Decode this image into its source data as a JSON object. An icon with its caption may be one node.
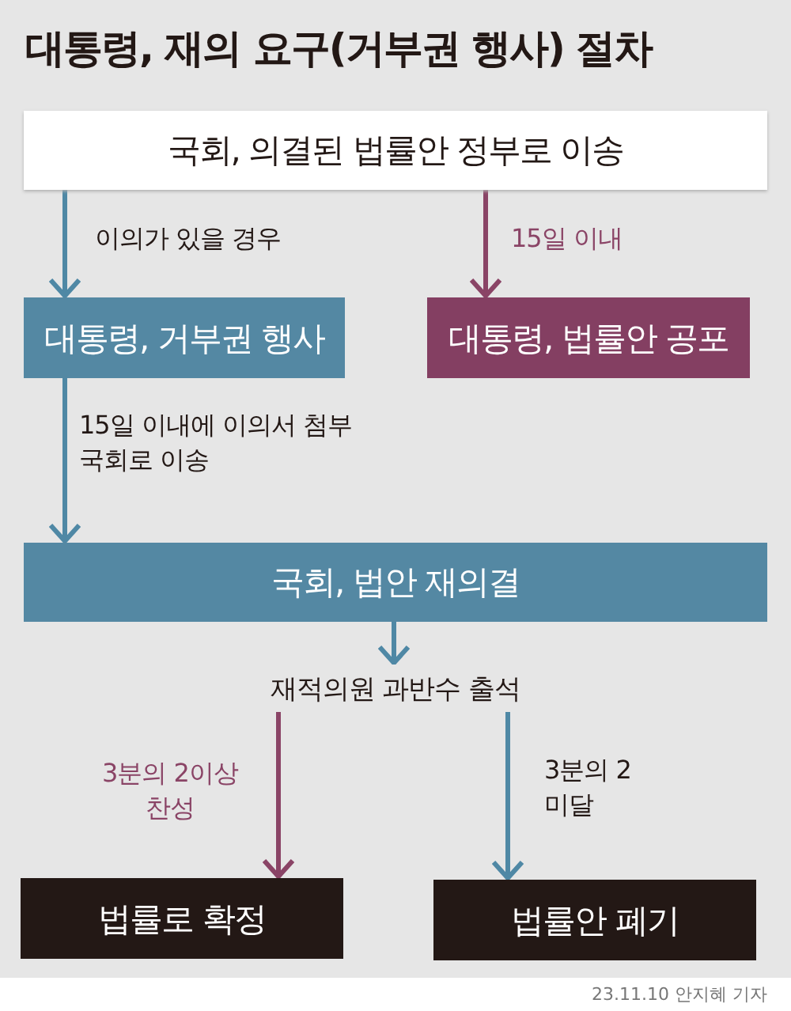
{
  "diagram": {
    "title": "대통령, 재의 요구(거부권 행사) 절차",
    "nodes": [
      {
        "text": [
          "국회, 의결된 법률안 정부로 이송"
        ]
      },
      {
        "text": [
          "대통령, 거부권 행사"
        ]
      },
      {
        "text": [
          "대통령, 법률안 공포"
        ]
      },
      {
        "text": [
          "국회, 법안 재의결"
        ]
      },
      {
        "text": [
          "재적의원 과반수 출석"
        ]
      },
      {
        "text": [
          "법률로 확정"
        ]
      },
      {
        "text": [
          "법률안 폐기"
        ]
      }
    ],
    "edges": [
      {
        "from": 0,
        "to": 1,
        "arrow": "to",
        "label": "이의가 있을 경우"
      },
      {
        "from": 0,
        "to": 2,
        "arrow": "to",
        "label": "15일 이내",
        "color": "#8a4466"
      },
      {
        "from": 1,
        "to": 3,
        "arrow": "to",
        "label": "15일 이내에 이의서 첨부 국회로 이송"
      },
      {
        "from": 3,
        "to": 4,
        "arrow": "to"
      },
      {
        "from": 4,
        "to": 5,
        "arrow": "to",
        "label": "3분의 2이상 찬성",
        "color": "#8a4466"
      },
      {
        "from": 4,
        "to": 6,
        "arrow": "to",
        "label": "3분의 2 미달"
      }
    ],
    "labels": [
      "23.11.10 안지혜 기자"
    ]
  }
}
